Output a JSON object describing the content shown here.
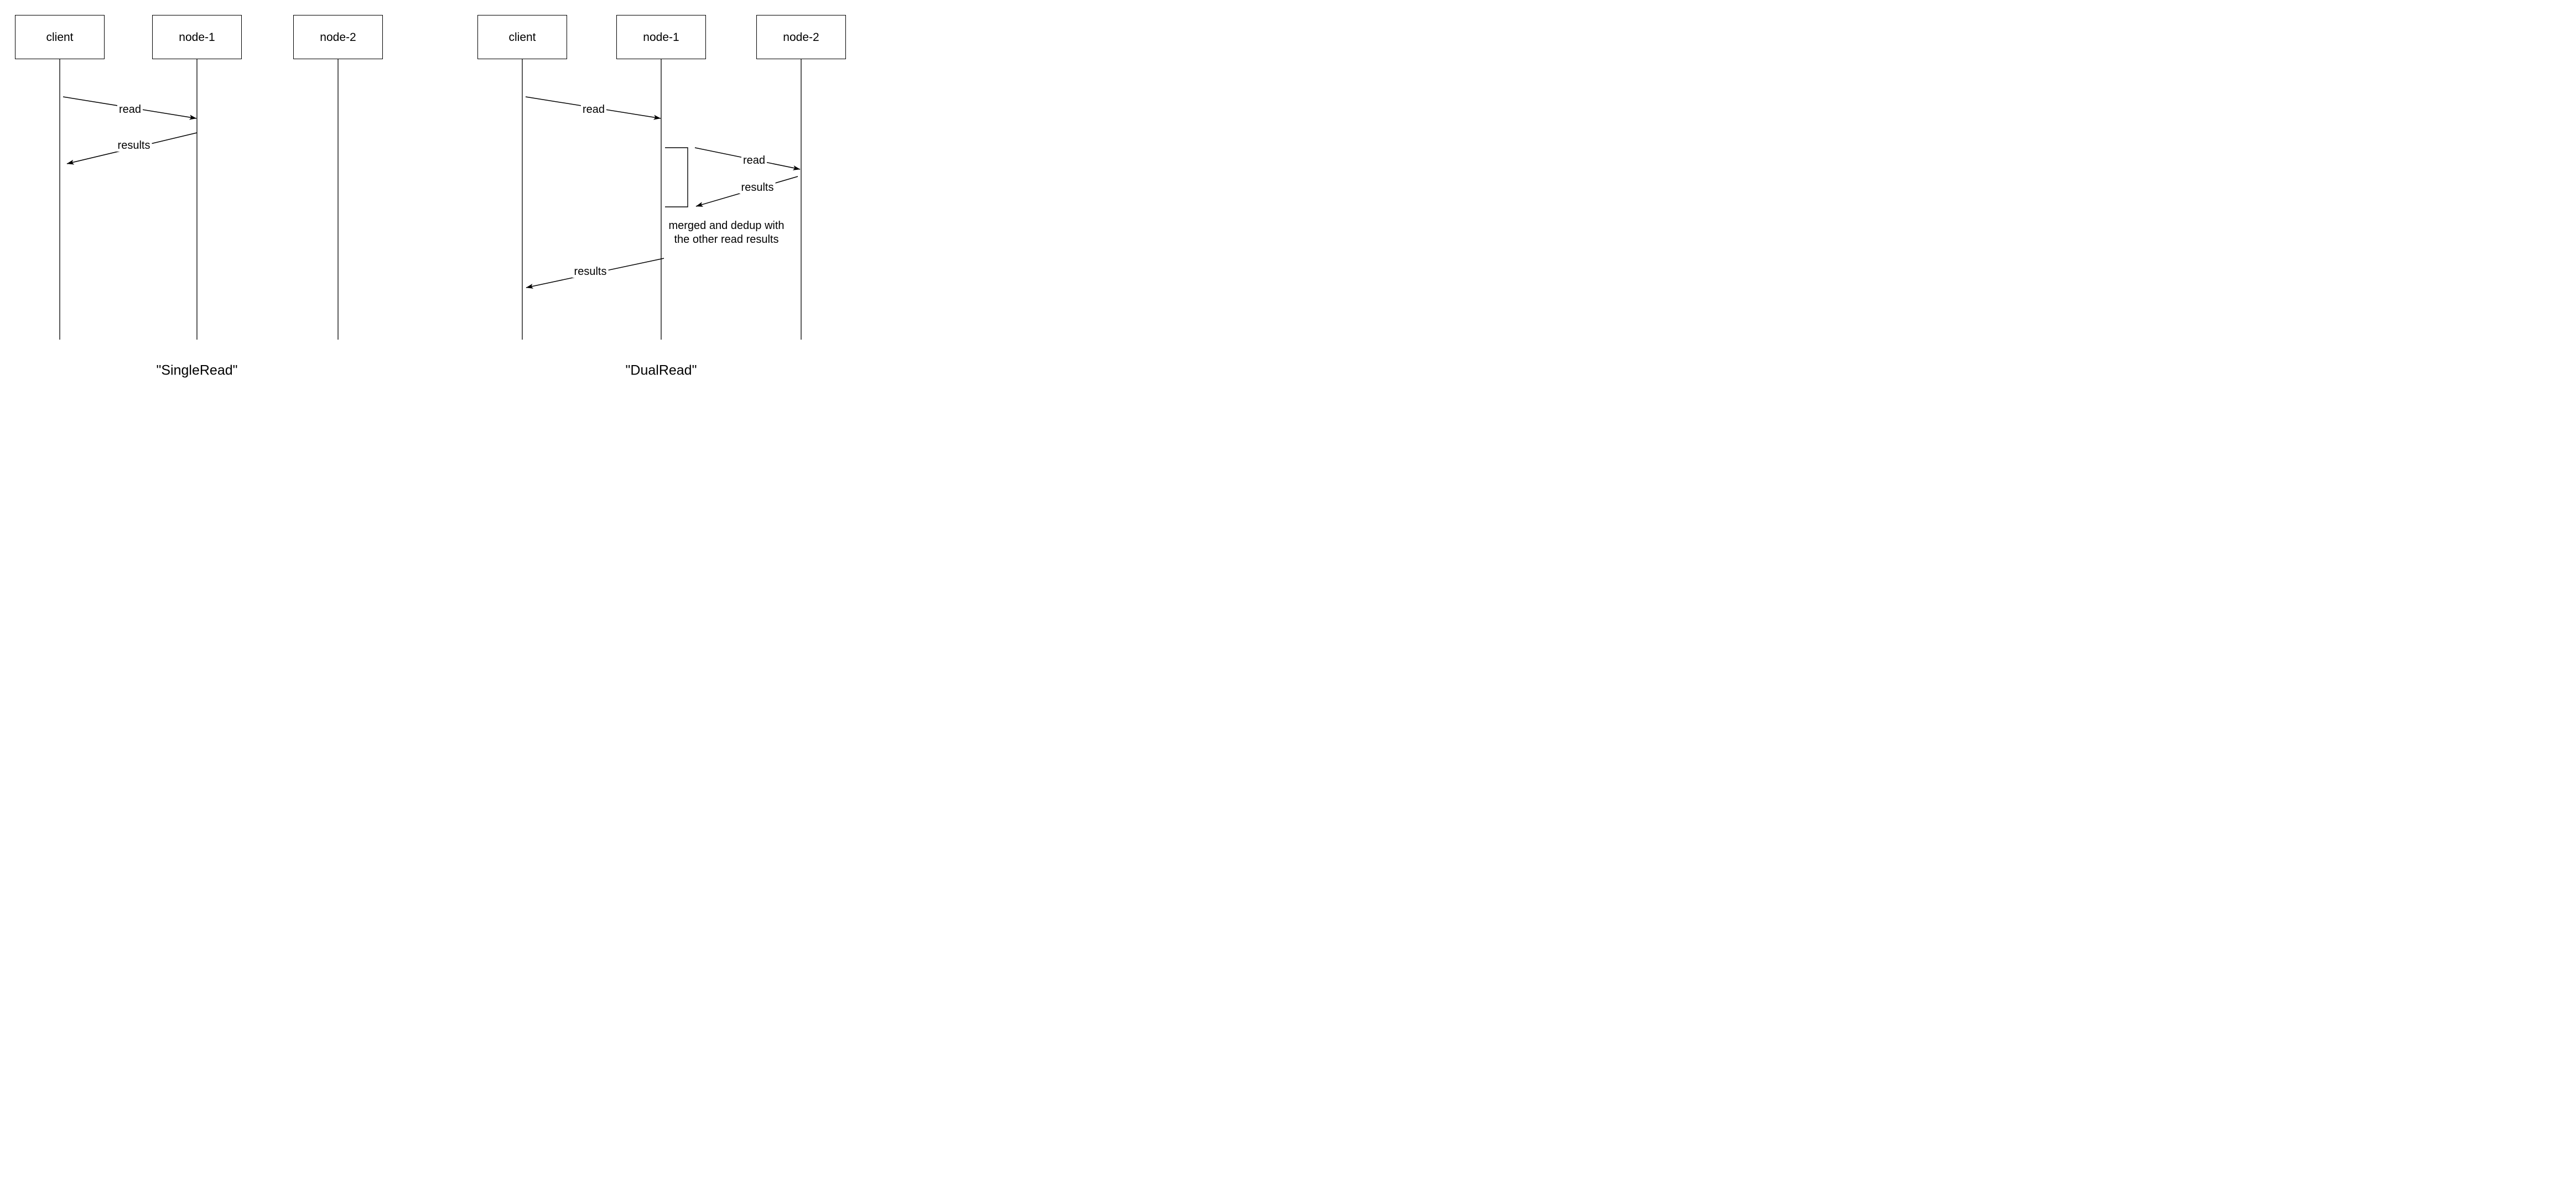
{
  "colors": {
    "line": "#000000",
    "text": "#000000",
    "background": "#ffffff"
  },
  "left_diagram": {
    "caption": "\"SingleRead\"",
    "actors": [
      "client",
      "node-1",
      "node-2"
    ],
    "messages": [
      {
        "label": "read",
        "from": "client",
        "to": "node-1"
      },
      {
        "label": "results",
        "from": "node-1",
        "to": "client"
      }
    ]
  },
  "right_diagram": {
    "caption": "\"DualRead\"",
    "actors": [
      "client",
      "node-1",
      "node-2"
    ],
    "messages": [
      {
        "label": "read",
        "from": "client",
        "to": "node-1"
      },
      {
        "label": "read",
        "from": "node-1",
        "to": "node-2"
      },
      {
        "label": "results",
        "from": "node-2",
        "to": "node-1"
      },
      {
        "label": "results",
        "from": "node-1",
        "to": "client"
      }
    ],
    "note_lines": [
      "merged and dedup with",
      "the other read results"
    ]
  }
}
